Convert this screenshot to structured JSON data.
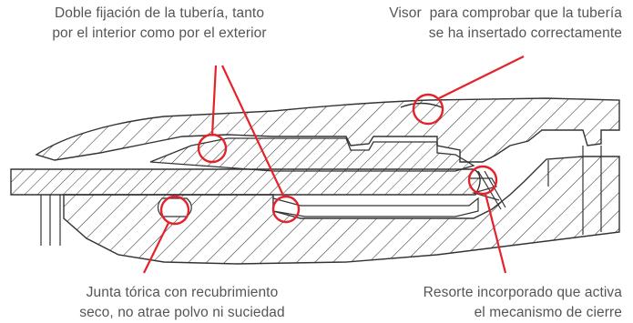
{
  "labels": {
    "top_left": {
      "line1": "Doble fijación de la tubería, tanto",
      "line2": "por el interior como por el exterior"
    },
    "top_right": {
      "line1": "Visor  para comprobar que la tubería",
      "line2": "se ha insertado correctamente"
    },
    "bottom_left": {
      "line1": "Junta tórica con recubrimiento",
      "line2": "seco, no atrae polvo ni suciedad"
    },
    "bottom_right": {
      "line1": "Resorte incorporado que activa",
      "line2": "el mecanismo de cierre"
    }
  },
  "colors": {
    "callout": "#e5222a",
    "outline": "#333333",
    "text": "#555555"
  }
}
